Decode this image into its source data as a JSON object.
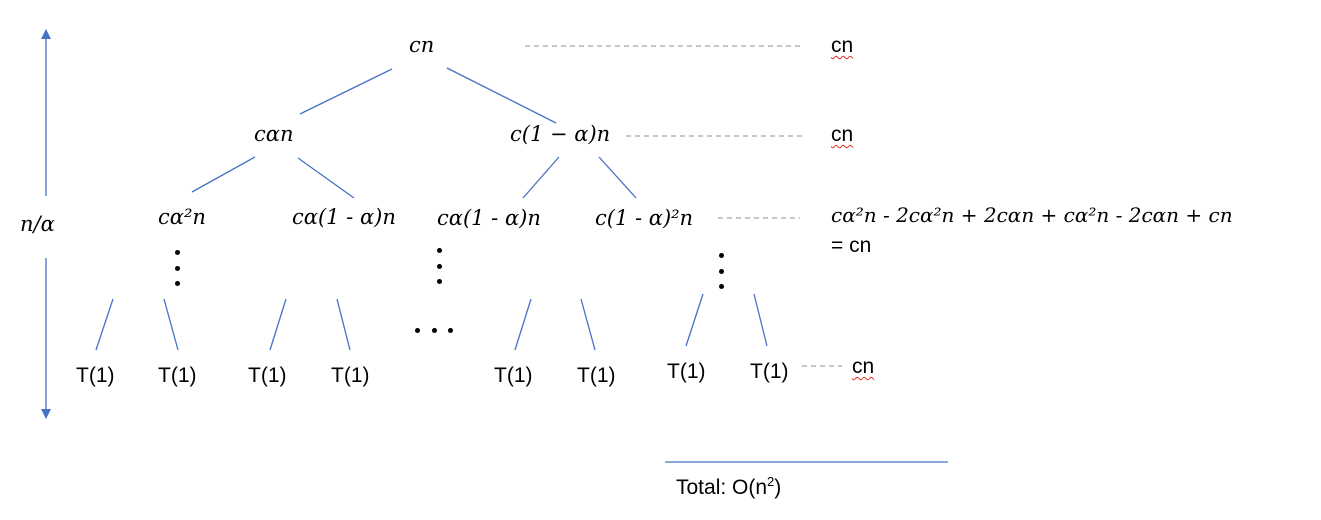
{
  "tree": {
    "root": "cn",
    "level1": {
      "left": "cαn",
      "right": "c(1 − α)n"
    },
    "level2": [
      "cα²n",
      "cα(1 - α)n",
      "cα(1 - α)n",
      "c(1 - α)²n"
    ],
    "leaf_label": "T(1)",
    "height_label": "n/α"
  },
  "level_sums": {
    "level0": "cn",
    "level1": "cn",
    "level2_line1": "cα²n - 2cα²n + 2cαn + cα²n - 2cαn + cn",
    "level2_line2": "= cn",
    "leaves": "cn"
  },
  "total": {
    "prefix": "Total: O(n",
    "exponent": "2",
    "suffix": ")"
  },
  "colors": {
    "edge": "#4472c4",
    "dashed": "#a6a6a6",
    "spell_underline": "#d93025",
    "text": "#000000"
  }
}
